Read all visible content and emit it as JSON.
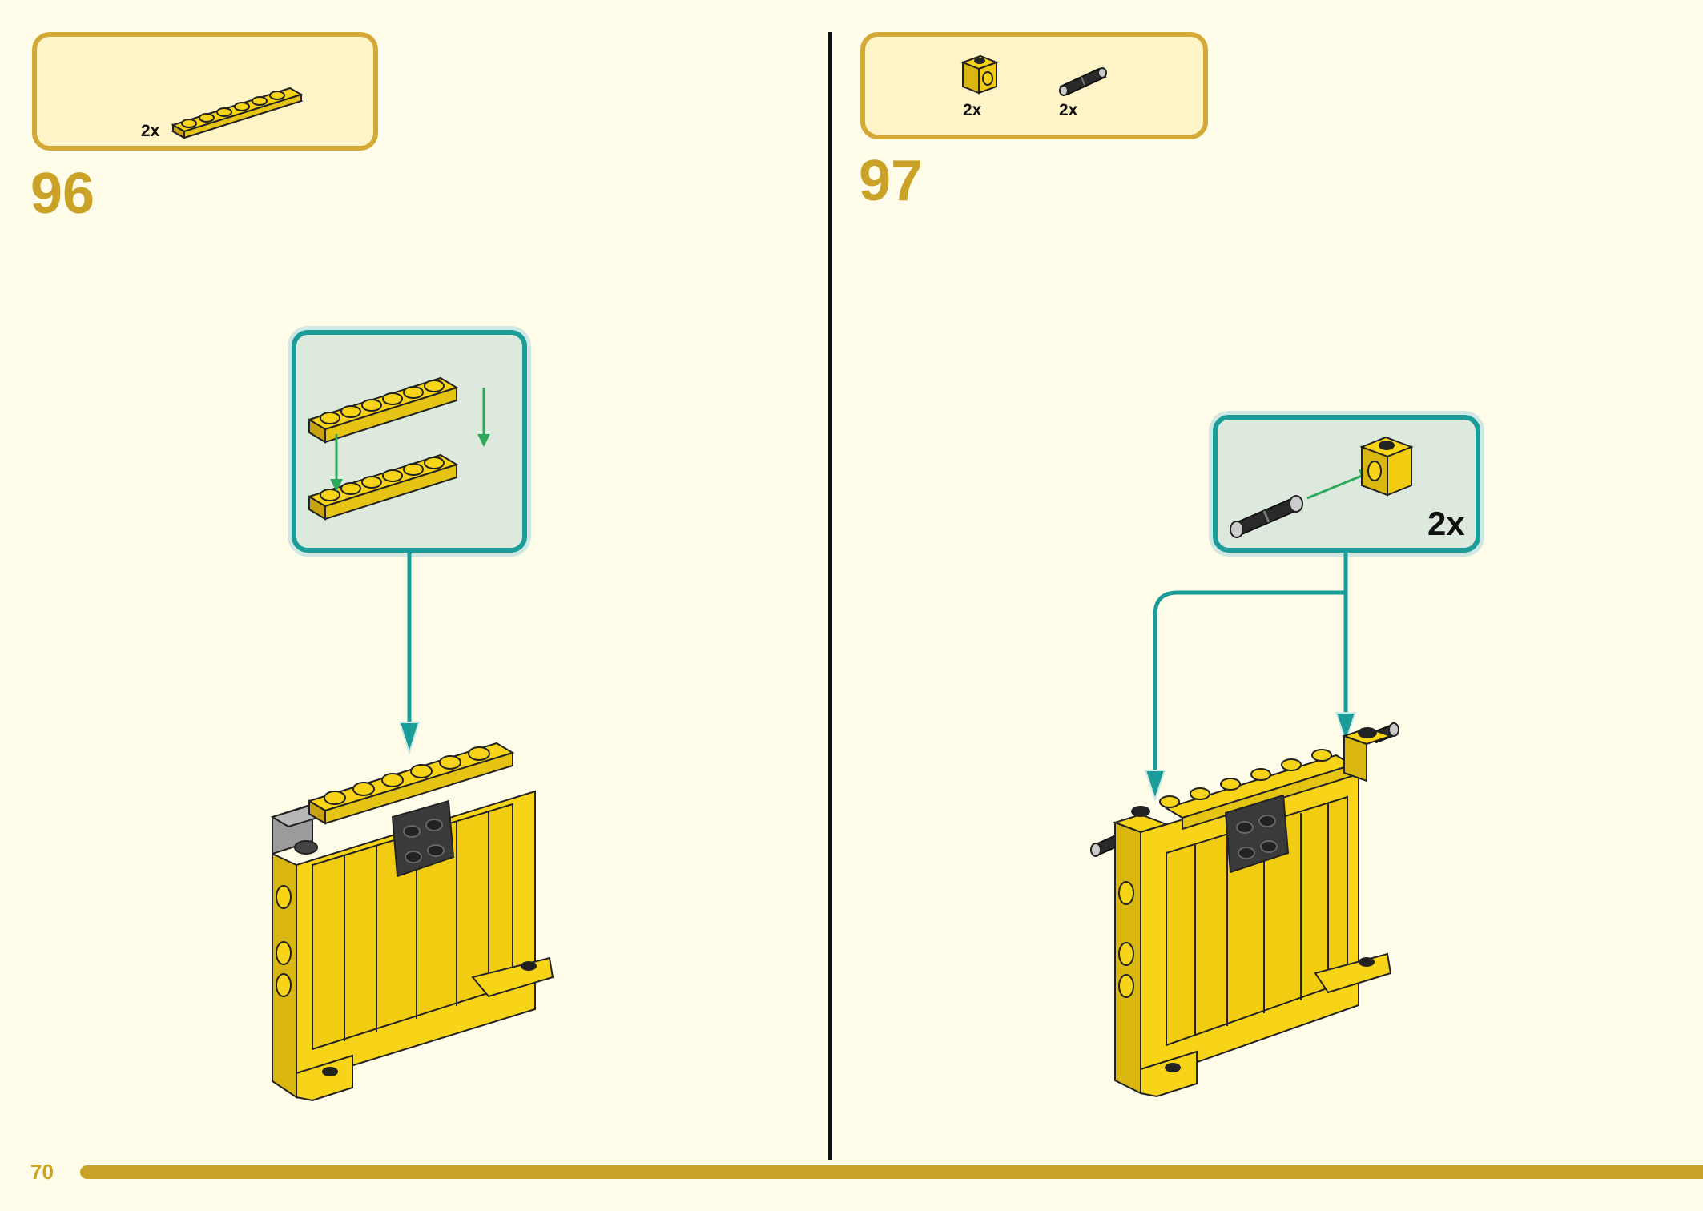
{
  "page": {
    "number": "70"
  },
  "steps": [
    {
      "number": "96",
      "parts": [
        {
          "name": "yellow-plate-1x6-icon",
          "qty": "2x"
        }
      ],
      "callout": {
        "qty": ""
      }
    },
    {
      "number": "97",
      "parts": [
        {
          "name": "yellow-technic-brick-1x1-icon",
          "qty": "2x"
        },
        {
          "name": "black-technic-pin-icon",
          "qty": "2x"
        }
      ],
      "callout": {
        "qty": "2x"
      }
    }
  ],
  "colors": {
    "background": "#fffde9",
    "accent_gold": "#c9a227",
    "callout_border": "#1a9c99",
    "brick_yellow": "#f7d417",
    "arrow_green": "#2ea85a"
  }
}
